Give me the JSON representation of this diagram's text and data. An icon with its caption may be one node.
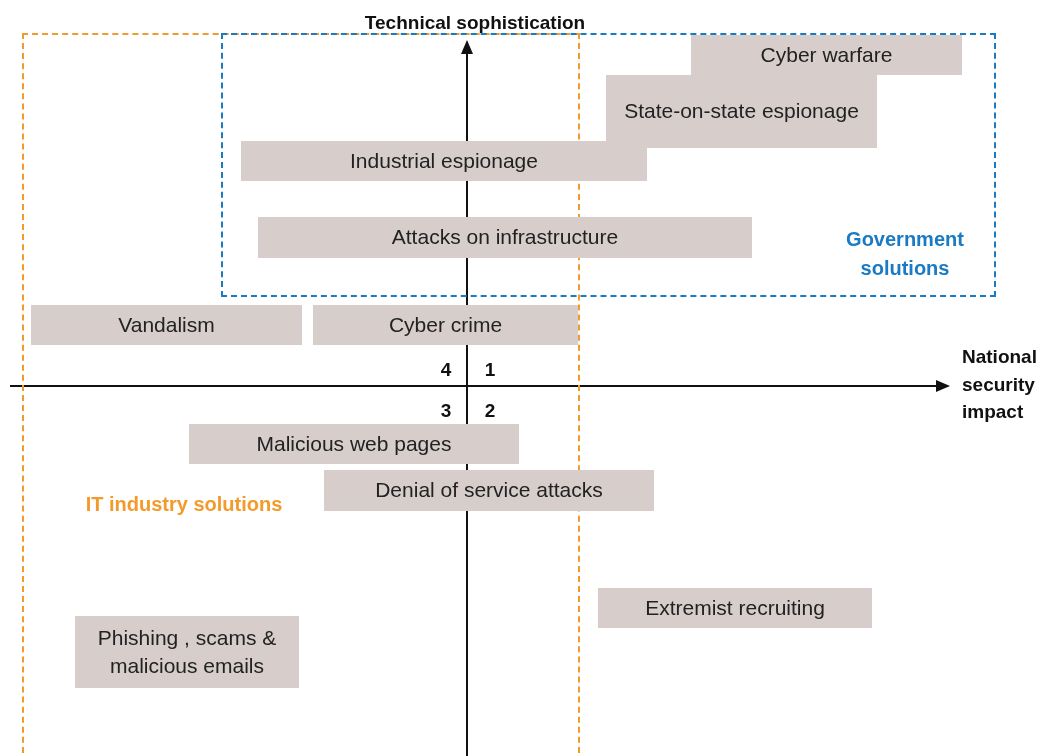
{
  "diagram": {
    "nodes": [
      {
        "text": [
          "IT industry solutions"
        ]
      },
      {
        "text": [
          "Government solutions"
        ]
      },
      {
        "text": [
          "Cyber warfare"
        ],
        "in": 1
      },
      {
        "text": [
          "State-on-state espionage"
        ],
        "in": 1
      },
      {
        "text": [
          "Industrial espionage"
        ],
        "in": 1
      },
      {
        "text": [
          "Attacks on infrastructure"
        ],
        "in": 1
      },
      {
        "text": [
          "Vandalism"
        ],
        "in": 0
      },
      {
        "text": [
          "Cyber crime"
        ],
        "in": 0
      },
      {
        "text": [
          "Malicious web pages"
        ],
        "in": 0
      },
      {
        "text": [
          "Denial of service attacks"
        ]
      },
      {
        "text": [
          "Phishing , scams & malicious emails"
        ],
        "in": 0
      },
      {
        "text": [
          "Extremist recruiting"
        ]
      }
    ],
    "edges": [],
    "labels": [
      "Technical sophistication",
      "National security impact",
      "4",
      "1",
      "3",
      "2"
    ]
  }
}
